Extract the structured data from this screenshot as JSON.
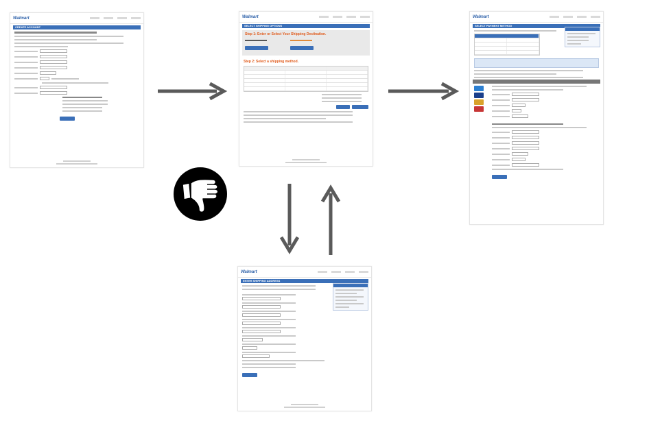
{
  "pages": {
    "create_account": {
      "logo": "Walmart",
      "title": "Create Account"
    },
    "shipping_options": {
      "logo": "Walmart",
      "title": "Select Shipping Options",
      "step1": "Step 1: Enter or Select Your Shipping Destination.",
      "step2": "Step 2: Select a shipping method."
    },
    "payment_method": {
      "logo": "Walmart",
      "title": "Select Payment Method"
    },
    "shipping_address": {
      "logo": "Walmart",
      "title": "Enter Shipping Address"
    }
  },
  "icons": {
    "thumbs_down": "thumbs-down-icon"
  },
  "colors": {
    "accent": "#3a6fb8",
    "arrow": "#555555",
    "step": "#e05a1a"
  }
}
